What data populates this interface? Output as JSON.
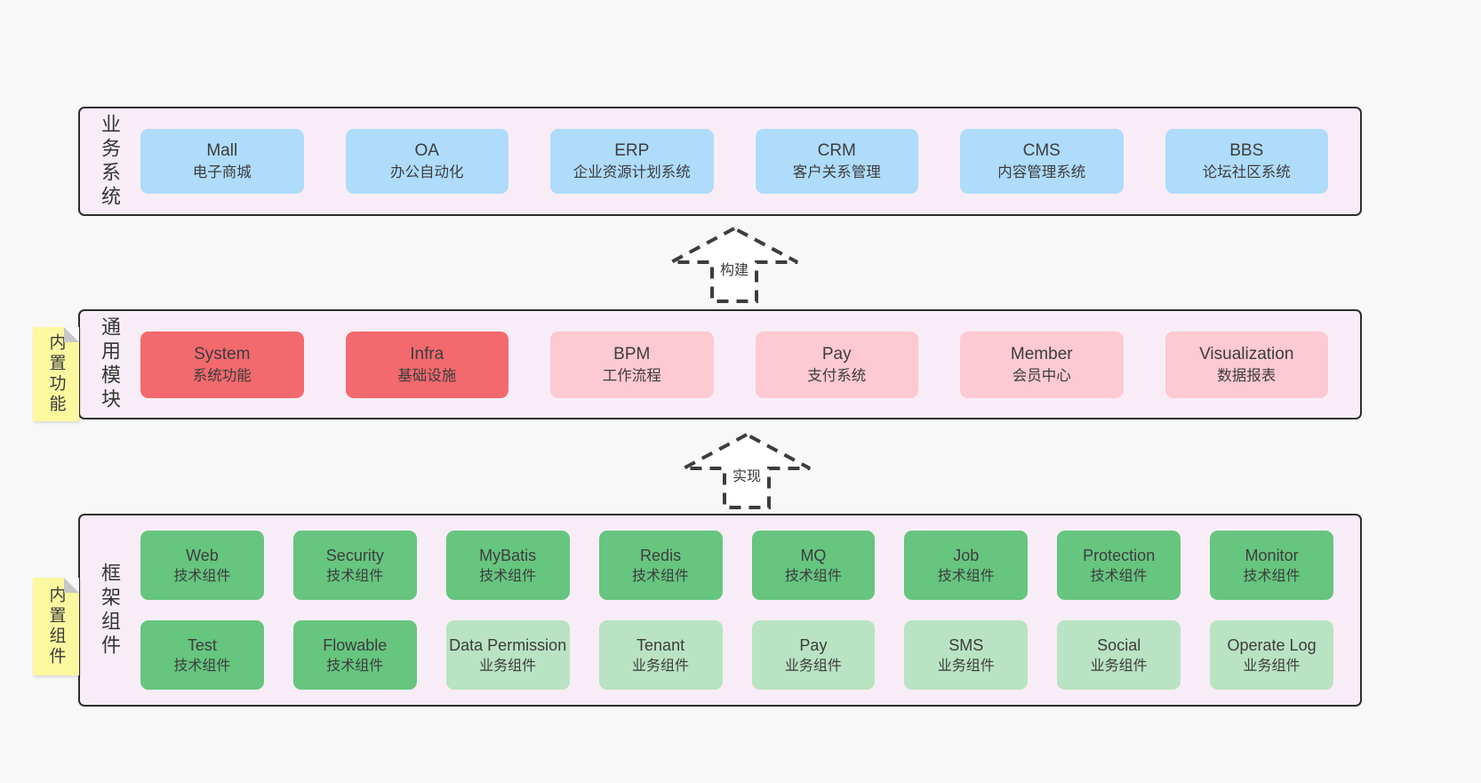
{
  "colors": {
    "page_bg": "#f8f8f8",
    "band_bg": "#f8edf6",
    "band_border": "#2e2e2e",
    "blue_box": "#aedcfa",
    "red_box": "#f2696e",
    "pink_box": "#fdc9d2",
    "green_box": "#66c57f",
    "light_green_box": "#b9e3c2",
    "sticky_yellow": "#fbf8a0",
    "text": "#3d3d3d"
  },
  "arrows": [
    {
      "label": "构建"
    },
    {
      "label": "实现"
    }
  ],
  "bands": [
    {
      "label": "业务系统",
      "boxes": [
        {
          "title": "Mall",
          "subtitle": "电子商城"
        },
        {
          "title": "OA",
          "subtitle": "办公自动化"
        },
        {
          "title": "ERP",
          "subtitle": "企业资源计划系统"
        },
        {
          "title": "CRM",
          "subtitle": "客户关系管理"
        },
        {
          "title": "CMS",
          "subtitle": "内容管理系统"
        },
        {
          "title": "BBS",
          "subtitle": "论坛社区系统"
        }
      ]
    },
    {
      "label": "通用模块",
      "sticky": "内置功能",
      "boxes": [
        {
          "title": "System",
          "subtitle": "系统功能"
        },
        {
          "title": "Infra",
          "subtitle": "基础设施"
        },
        {
          "title": "BPM",
          "subtitle": "工作流程"
        },
        {
          "title": "Pay",
          "subtitle": "支付系统"
        },
        {
          "title": "Member",
          "subtitle": "会员中心"
        },
        {
          "title": "Visualization",
          "subtitle": "数据报表"
        }
      ]
    },
    {
      "label": "框架组件",
      "sticky": "内置组件",
      "rows": [
        [
          {
            "title": "Web",
            "subtitle": "技术组件"
          },
          {
            "title": "Security",
            "subtitle": "技术组件"
          },
          {
            "title": "MyBatis",
            "subtitle": "技术组件"
          },
          {
            "title": "Redis",
            "subtitle": "技术组件"
          },
          {
            "title": "MQ",
            "subtitle": "技术组件"
          },
          {
            "title": "Job",
            "subtitle": "技术组件"
          },
          {
            "title": "Protection",
            "subtitle": "技术组件"
          },
          {
            "title": "Monitor",
            "subtitle": "技术组件"
          }
        ],
        [
          {
            "title": "Test",
            "subtitle": "技术组件"
          },
          {
            "title": "Flowable",
            "subtitle": "技术组件"
          },
          {
            "title": "Data Permission",
            "subtitle": "业务组件"
          },
          {
            "title": "Tenant",
            "subtitle": "业务组件"
          },
          {
            "title": "Pay",
            "subtitle": "业务组件"
          },
          {
            "title": "SMS",
            "subtitle": "业务组件"
          },
          {
            "title": "Social",
            "subtitle": "业务组件"
          },
          {
            "title": "Operate Log",
            "subtitle": "业务组件"
          }
        ]
      ]
    }
  ]
}
